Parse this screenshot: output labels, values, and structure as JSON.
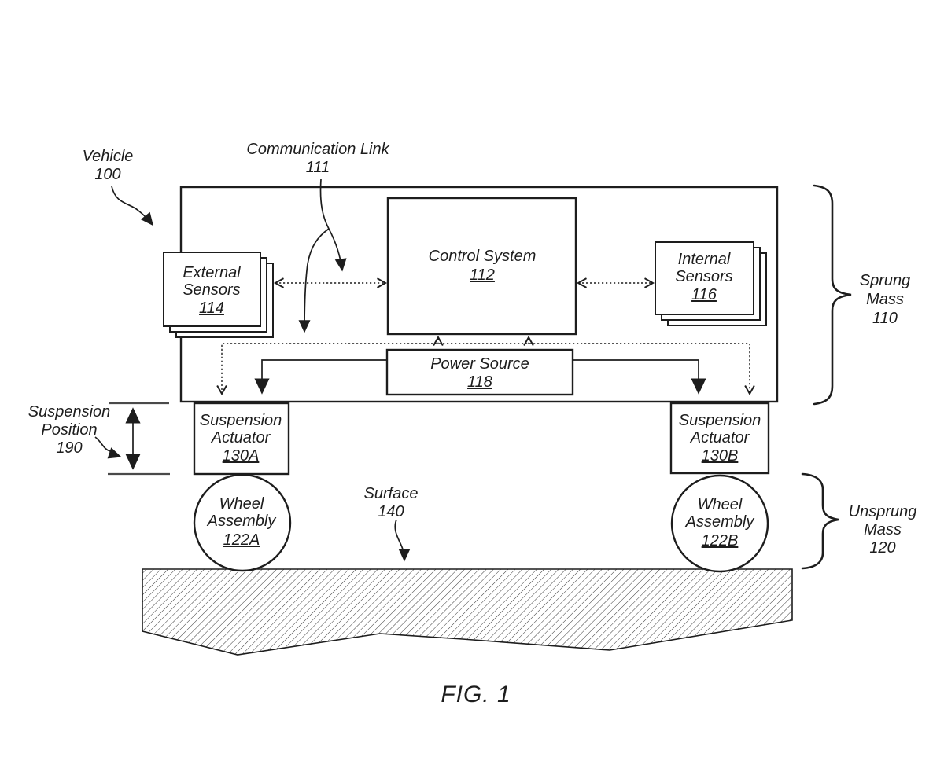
{
  "figure": {
    "caption": "FIG. 1",
    "colors": {
      "ink": "#1d1d1d",
      "background": "#ffffff"
    },
    "callouts": {
      "vehicle": {
        "line1": "Vehicle",
        "ref": "100"
      },
      "comm_link": {
        "line1": "Communication Link",
        "ref": "111"
      },
      "suspension_position": {
        "line1": "Suspension",
        "line2": "Position",
        "ref": "190"
      },
      "surface": {
        "line1": "Surface",
        "ref": "140"
      },
      "sprung_mass": {
        "line1": "Sprung",
        "line2": "Mass",
        "ref": "110"
      },
      "unsprung_mass": {
        "line1": "Unsprung",
        "line2": "Mass",
        "ref": "120"
      }
    },
    "blocks": {
      "control_system": {
        "line1": "Control System",
        "ref": "112"
      },
      "external_sensors": {
        "line1": "External",
        "line2": "Sensors",
        "ref": "114"
      },
      "internal_sensors": {
        "line1": "Internal",
        "line2": "Sensors",
        "ref": "116"
      },
      "power_source": {
        "line1": "Power Source",
        "ref": "118"
      },
      "suspension_actuator_a": {
        "line1": "Suspension",
        "line2": "Actuator",
        "ref": "130A"
      },
      "suspension_actuator_b": {
        "line1": "Suspension",
        "line2": "Actuator",
        "ref": "130B"
      },
      "wheel_assembly_a": {
        "line1": "Wheel",
        "line2": "Assembly",
        "ref": "122A"
      },
      "wheel_assembly_b": {
        "line1": "Wheel",
        "line2": "Assembly",
        "ref": "122B"
      }
    }
  }
}
